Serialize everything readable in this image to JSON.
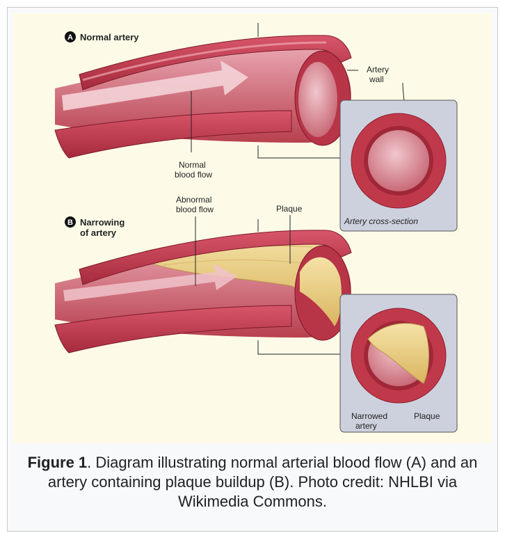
{
  "figure": {
    "panel_a": {
      "badge": "A",
      "title": "Normal artery"
    },
    "panel_b": {
      "badge": "B",
      "title_line1": "Narrowing",
      "title_line2": "of artery"
    },
    "labels": {
      "artery_wall_1": "Artery",
      "artery_wall_2": "wall",
      "normal_flow_1": "Normal",
      "normal_flow_2": "blood flow",
      "abnormal_flow_1": "Abnormal",
      "abnormal_flow_2": "blood flow",
      "plaque_top": "Plaque",
      "cross_section": "Artery cross-section",
      "narrowed_1": "Narrowed",
      "narrowed_2": "artery",
      "plaque_bottom": "Plaque"
    },
    "colors": {
      "artery_red": "#c0394a",
      "artery_dark": "#8e1f2e",
      "lumen_pink": "#e8a7b0",
      "plaque_yellow": "#ecd490",
      "panel_bg": "#cdd1de"
    }
  },
  "caption": {
    "bold": "Figure 1",
    "text": ". Diagram illustrating normal arterial blood flow (A) and an artery containing plaque buildup (B). Photo credit: NHLBI via Wikimedia Commons."
  }
}
